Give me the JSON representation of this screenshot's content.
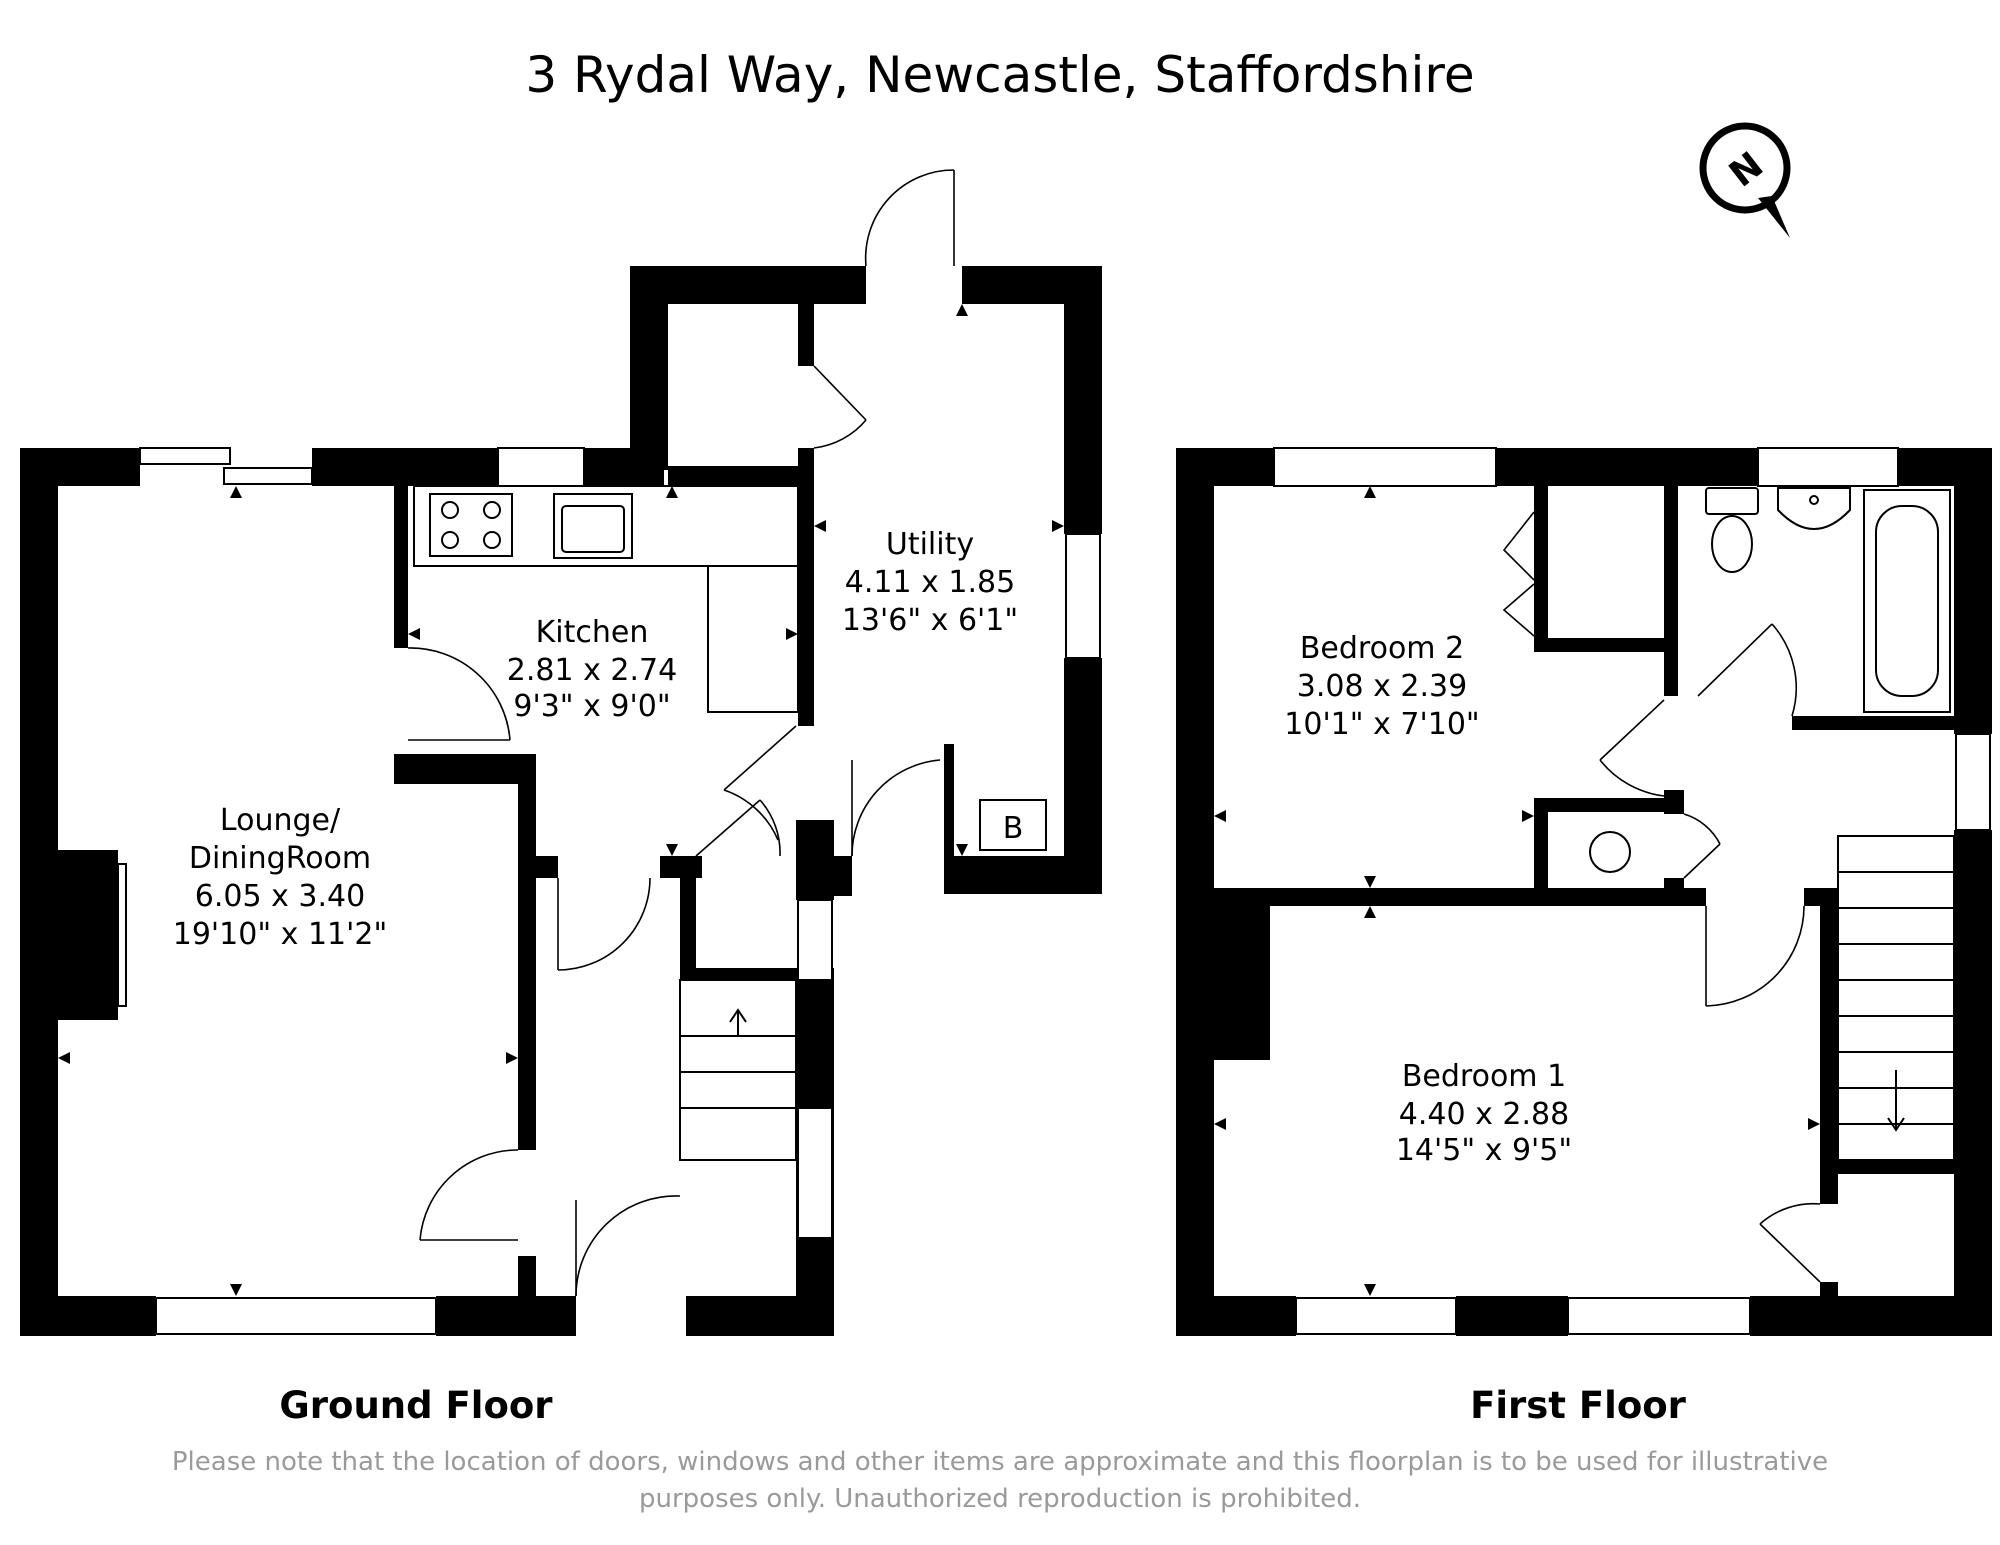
{
  "title": "3 Rydal Way, Newcastle, Staffordshire",
  "compass": {
    "letter": "N",
    "icon": "north-compass-icon"
  },
  "ground_floor": {
    "label": "Ground Floor",
    "rooms": [
      {
        "name": "Utility",
        "metric": "4.11 x 1.85",
        "imperial": "13'6\" x 6'1\""
      },
      {
        "name": "Kitchen",
        "metric": "2.81 x 2.74",
        "imperial": "9'3\" x 9'0\""
      },
      {
        "name_line1": "Lounge/",
        "name_line2": "DiningRoom",
        "metric": "6.05 x 3.40",
        "imperial": "19'10\" x 11'2\""
      }
    ],
    "boiler_label": "B"
  },
  "first_floor": {
    "label": "First Floor",
    "rooms": [
      {
        "name": "Bedroom 2",
        "metric": "3.08 x 2.39",
        "imperial": "10'1\" x 7'10\""
      },
      {
        "name": "Bedroom 1",
        "metric": "4.40 x 2.88",
        "imperial": "14'5\" x 9'5\""
      }
    ]
  },
  "disclaimer": {
    "line1": "Please note that the location of doors, windows and other items are approximate and this floorplan is to be used for illustrative",
    "line2": "purposes only. Unauthorized reproduction is prohibited."
  },
  "colors": {
    "walls": "#000000",
    "disclaimer": "#9a9a9a",
    "background": "#ffffff"
  }
}
